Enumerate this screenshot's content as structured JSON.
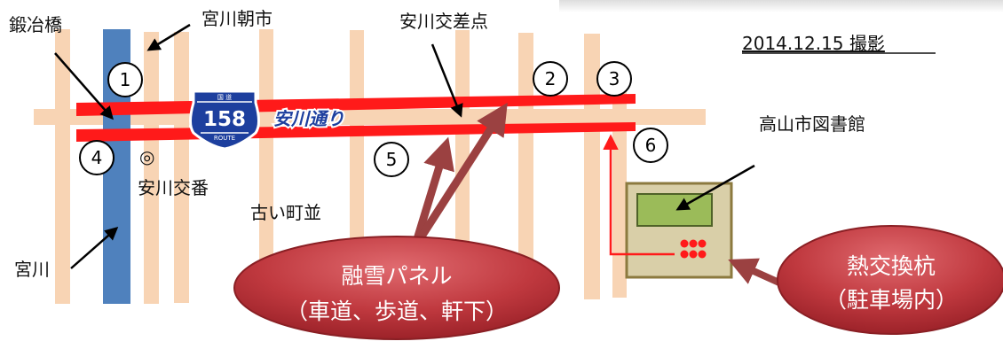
{
  "date_label": "2014.12.15 撮影",
  "labels": {
    "kajibashi": "鍛冶橋",
    "miyagawa_asaichi": "宮川朝市",
    "yasukawa_kousaten": "安川交差点",
    "library": "高山市図書館",
    "yasukawa_kouban": "安川交番",
    "furui_machinami": "古い町並",
    "miyagawa": "宮川",
    "police_box_symbol": "◎"
  },
  "route": {
    "shield_top": "国 道",
    "number": "158",
    "shield_bottom": "ROUTE",
    "street_name": "安川通り"
  },
  "points": [
    "1",
    "2",
    "3",
    "4",
    "5",
    "6"
  ],
  "ellipses": {
    "panel_line1": "融雪パネル",
    "panel_line2": "（車道、歩道、軒下）",
    "pile_line1": "熱交換杭",
    "pile_line2": "（駐車場内）"
  },
  "colors": {
    "road": "#f8d4b4",
    "main_road": "#ff1a1a",
    "river": "#4f81bd",
    "ellipse_fill": "#c0393f",
    "dark_arrow": "#9b4141",
    "building": "#d9cfa8",
    "building_screen": "#9bbb59"
  }
}
